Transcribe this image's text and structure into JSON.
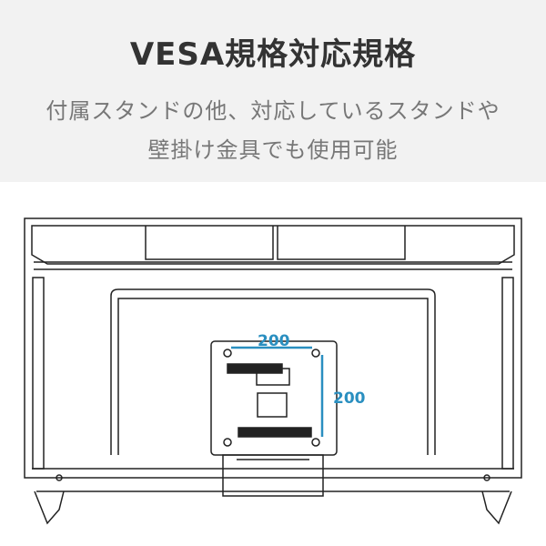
{
  "header": {
    "title": "VESA規格対応規格",
    "line1": "付属スタンドの他、対応しているスタンドや",
    "line2": "壁掛け金具でも使用可能"
  },
  "dimensions": {
    "horizontal": "200",
    "vertical": "200",
    "color": "#2a8fc0"
  }
}
